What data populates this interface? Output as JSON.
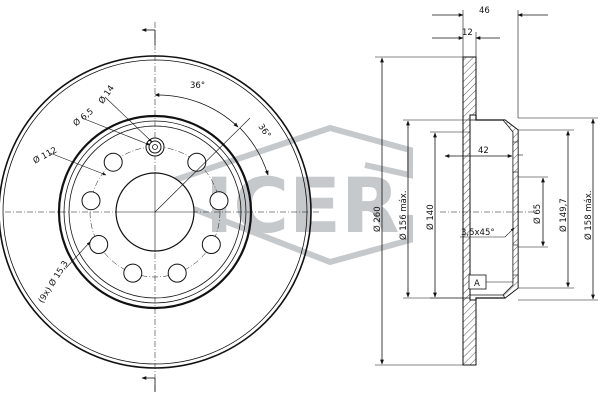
{
  "brand": {
    "watermark_text": "ICER"
  },
  "front_view": {
    "dimensions": {
      "angle_1": "36°",
      "angle_2": "36°",
      "hole_dia_14": "Ø 14",
      "hole_dia_6_5": "Ø 6,5",
      "pcd_112": "Ø 112",
      "bolt_holes": "(9x) Ø 15,3"
    }
  },
  "side_view": {
    "dimensions": {
      "total_width": "46",
      "disc_thickness": "12",
      "outer_dia": "Ø 260",
      "friction_dia": "Ø 156 máx.",
      "hat_dia": "Ø 140",
      "hat_height": "42",
      "center_bore": "Ø 65",
      "chamfer": "3,5x45°",
      "inner_dia": "Ø 149,7",
      "hat_outer_dia": "Ø 158 máx.",
      "datum": "A"
    }
  }
}
